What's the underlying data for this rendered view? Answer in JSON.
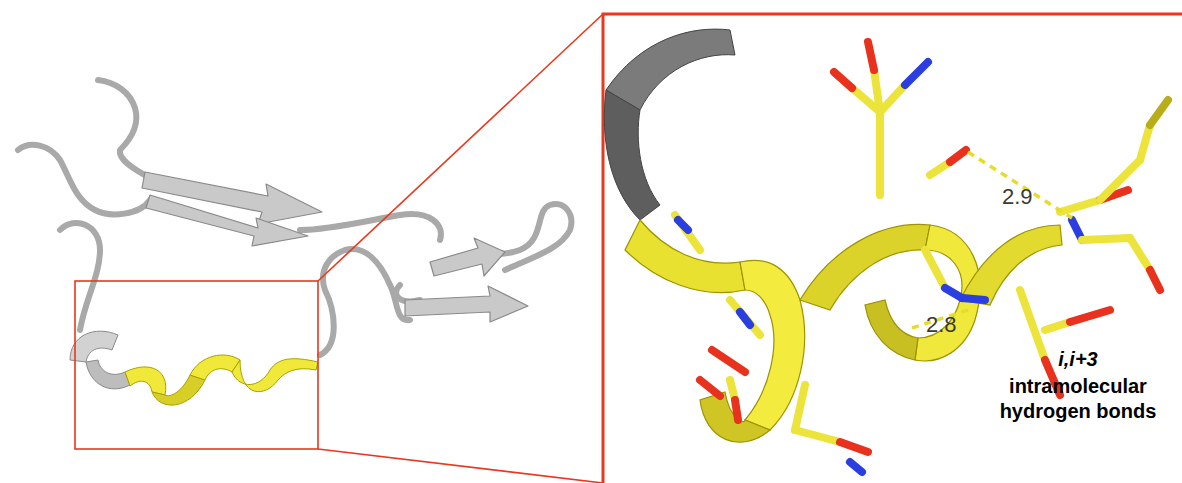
{
  "diagram": {
    "labels": [
      "2.9",
      "2.8",
      "i,i+3",
      "intramolecular hydrogen bonds"
    ]
  }
}
